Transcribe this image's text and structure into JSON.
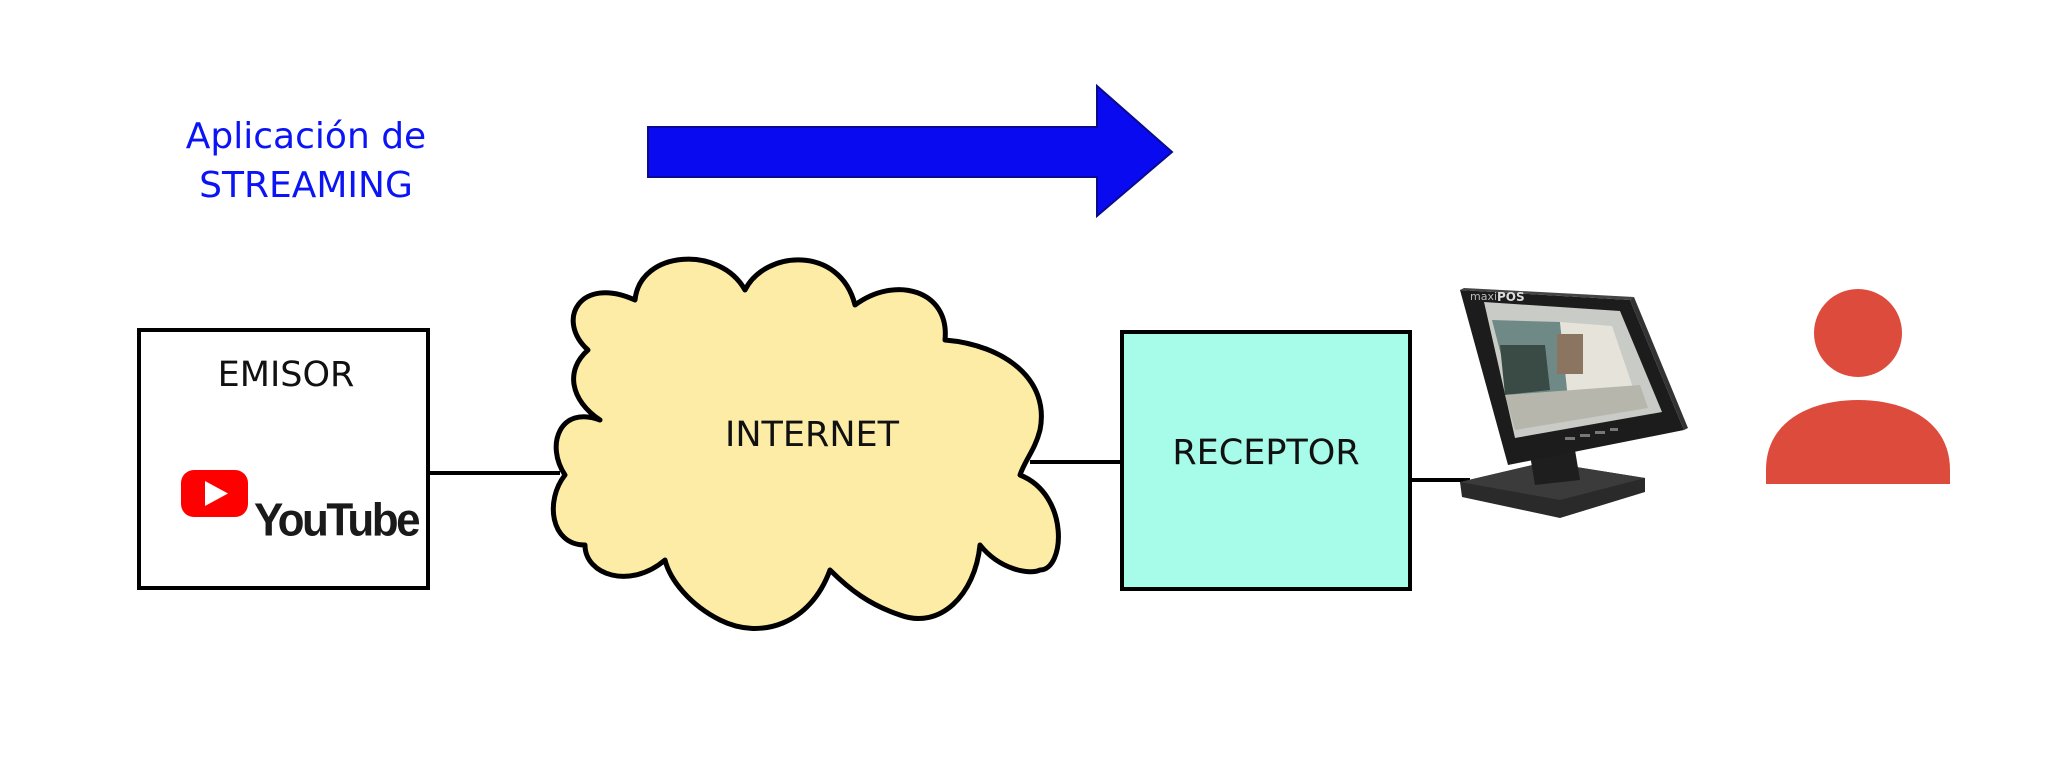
{
  "title": {
    "line1": "Aplicación de",
    "line2": "STREAMING",
    "color": "#0a14f5"
  },
  "arrow": {
    "color": "#0a0af0"
  },
  "emisor": {
    "label": "EMISOR",
    "logo_text": "YouTube",
    "logo_icon": "youtube-play-icon",
    "logo_color": "#ff0000"
  },
  "internet": {
    "label": "INTERNET",
    "fill": "#fdeca6"
  },
  "receptor": {
    "label": "RECEPTOR",
    "fill": "#a7fbe9"
  },
  "monitor": {
    "icon": "monitor-icon"
  },
  "user": {
    "icon": "user-icon",
    "color": "#dc4b3b"
  }
}
